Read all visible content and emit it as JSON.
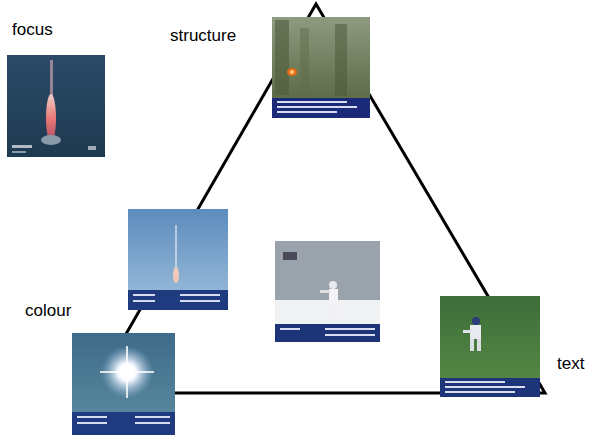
{
  "diagram": {
    "labels": [
      "focus",
      "structure",
      "colour",
      "text"
    ]
  }
}
